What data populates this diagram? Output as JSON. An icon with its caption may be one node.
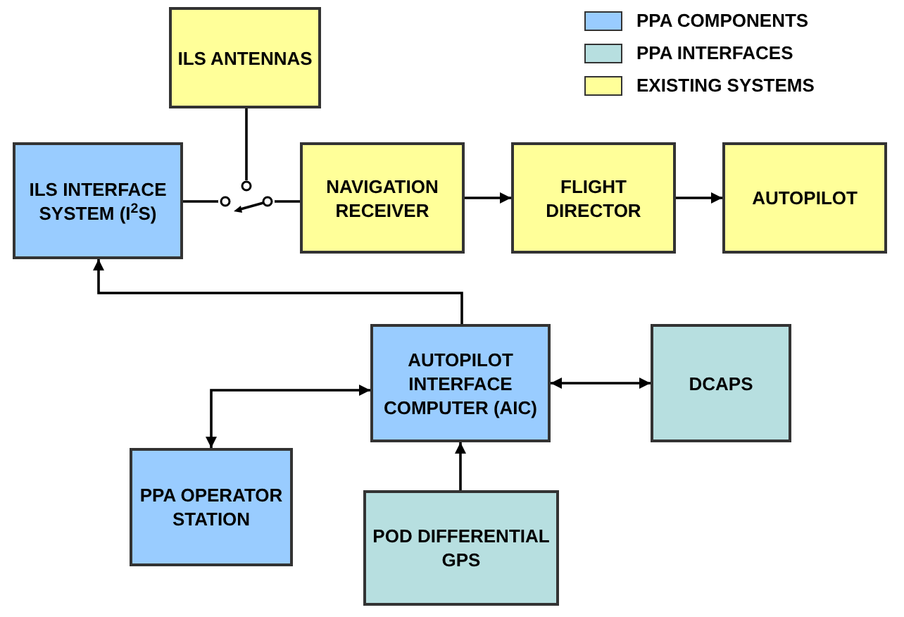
{
  "diagram": {
    "nodes": [
      {
        "text": [
          "ILS ANTENNAS"
        ]
      },
      {
        "text": [
          "ILS INTERFACE SYSTEM (I$^{2}$S)"
        ]
      },
      {
        "text": [],
        "shape": "switch"
      },
      {
        "text": [
          "NAVIGATION RECEIVER"
        ]
      },
      {
        "text": [
          "FLIGHT DIRECTOR"
        ]
      },
      {
        "text": [
          "AUTOPILOT"
        ]
      },
      {
        "text": [
          "AUTOPILOT INTERFACE COMPUTER (AIC)"
        ]
      },
      {
        "text": [
          "DCAPS"
        ]
      },
      {
        "text": [
          "PPA OPERATOR STATION"
        ]
      },
      {
        "text": [
          "POD DIFFERENTIAL GPS"
        ]
      }
    ],
    "edges": [
      {
        "from": 0,
        "to": 2,
        "arrow": "none"
      },
      {
        "from": 1,
        "to": 2,
        "arrow": "none"
      },
      {
        "from": 3,
        "to": 2,
        "arrow": "none"
      },
      {
        "from": 3,
        "to": 4,
        "arrow": "to"
      },
      {
        "from": 4,
        "to": 5,
        "arrow": "to"
      },
      {
        "from": 6,
        "to": 1,
        "arrow": "to"
      },
      {
        "from": 6,
        "to": 8,
        "arrow": "both"
      },
      {
        "from": 6,
        "to": 7,
        "arrow": "both"
      },
      {
        "from": 9,
        "to": 6,
        "arrow": "to"
      }
    ],
    "legend": [
      {
        "text": "PPA COMPONENTS",
        "color": "#99ccff"
      },
      {
        "text": "PPA INTERFACES",
        "color": "#b7dfe0"
      },
      {
        "text": "EXISTING SYSTEMS",
        "color": "#ffff99"
      }
    ]
  }
}
